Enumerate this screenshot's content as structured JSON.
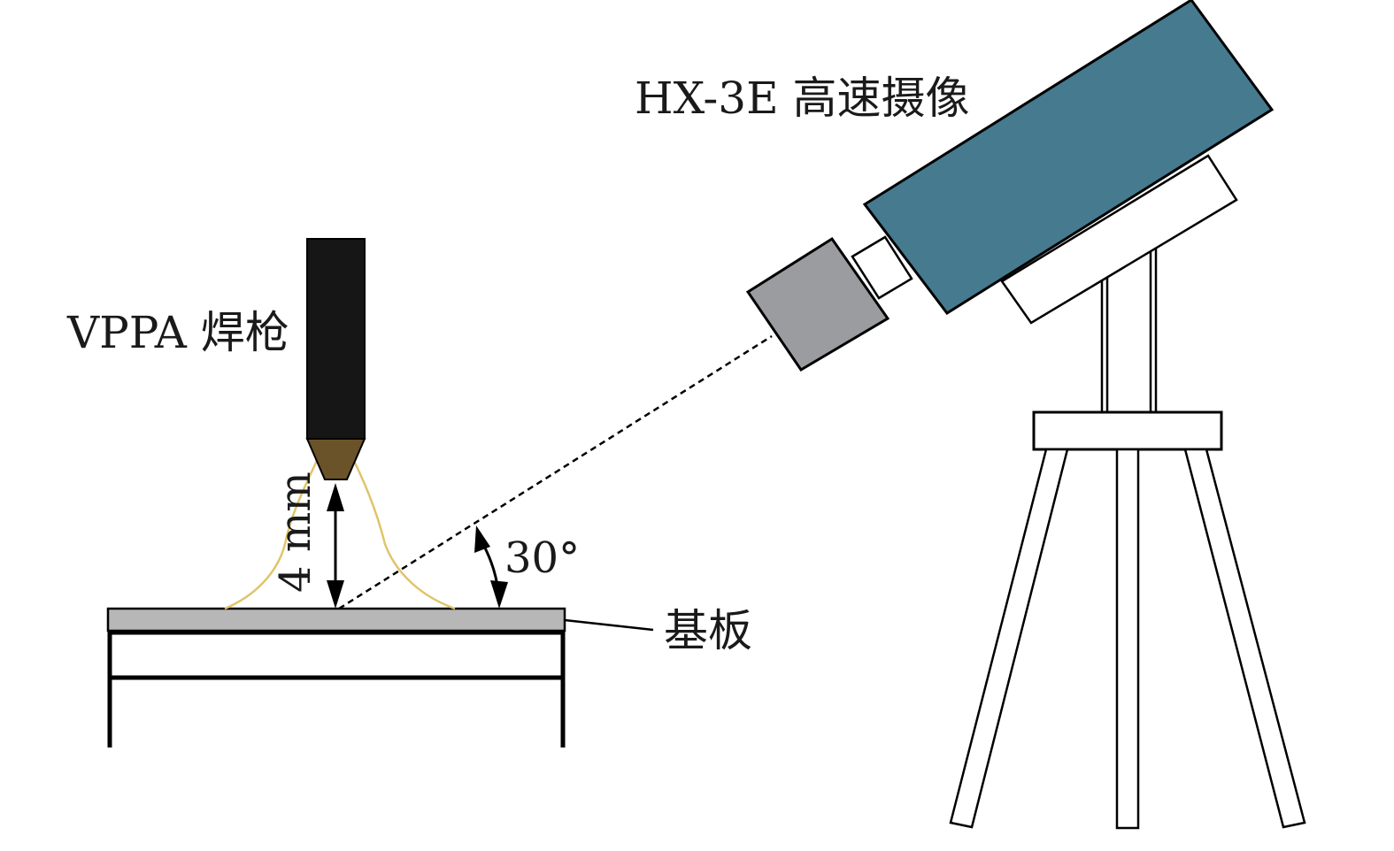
{
  "labels": {
    "camera": "HX-3E 高速摄像",
    "torch": "VPPA 焊枪",
    "distance": "4 mm",
    "angle": "30°",
    "substrate": "基板"
  },
  "colors": {
    "camera_body": "#457a8f",
    "lens_box": "#9b9c9f",
    "torch_body": "#161616",
    "nozzle": "#6b5329",
    "arc": "#e0c46a",
    "substrate_plate": "#b7b7b7",
    "line": "#000000"
  }
}
